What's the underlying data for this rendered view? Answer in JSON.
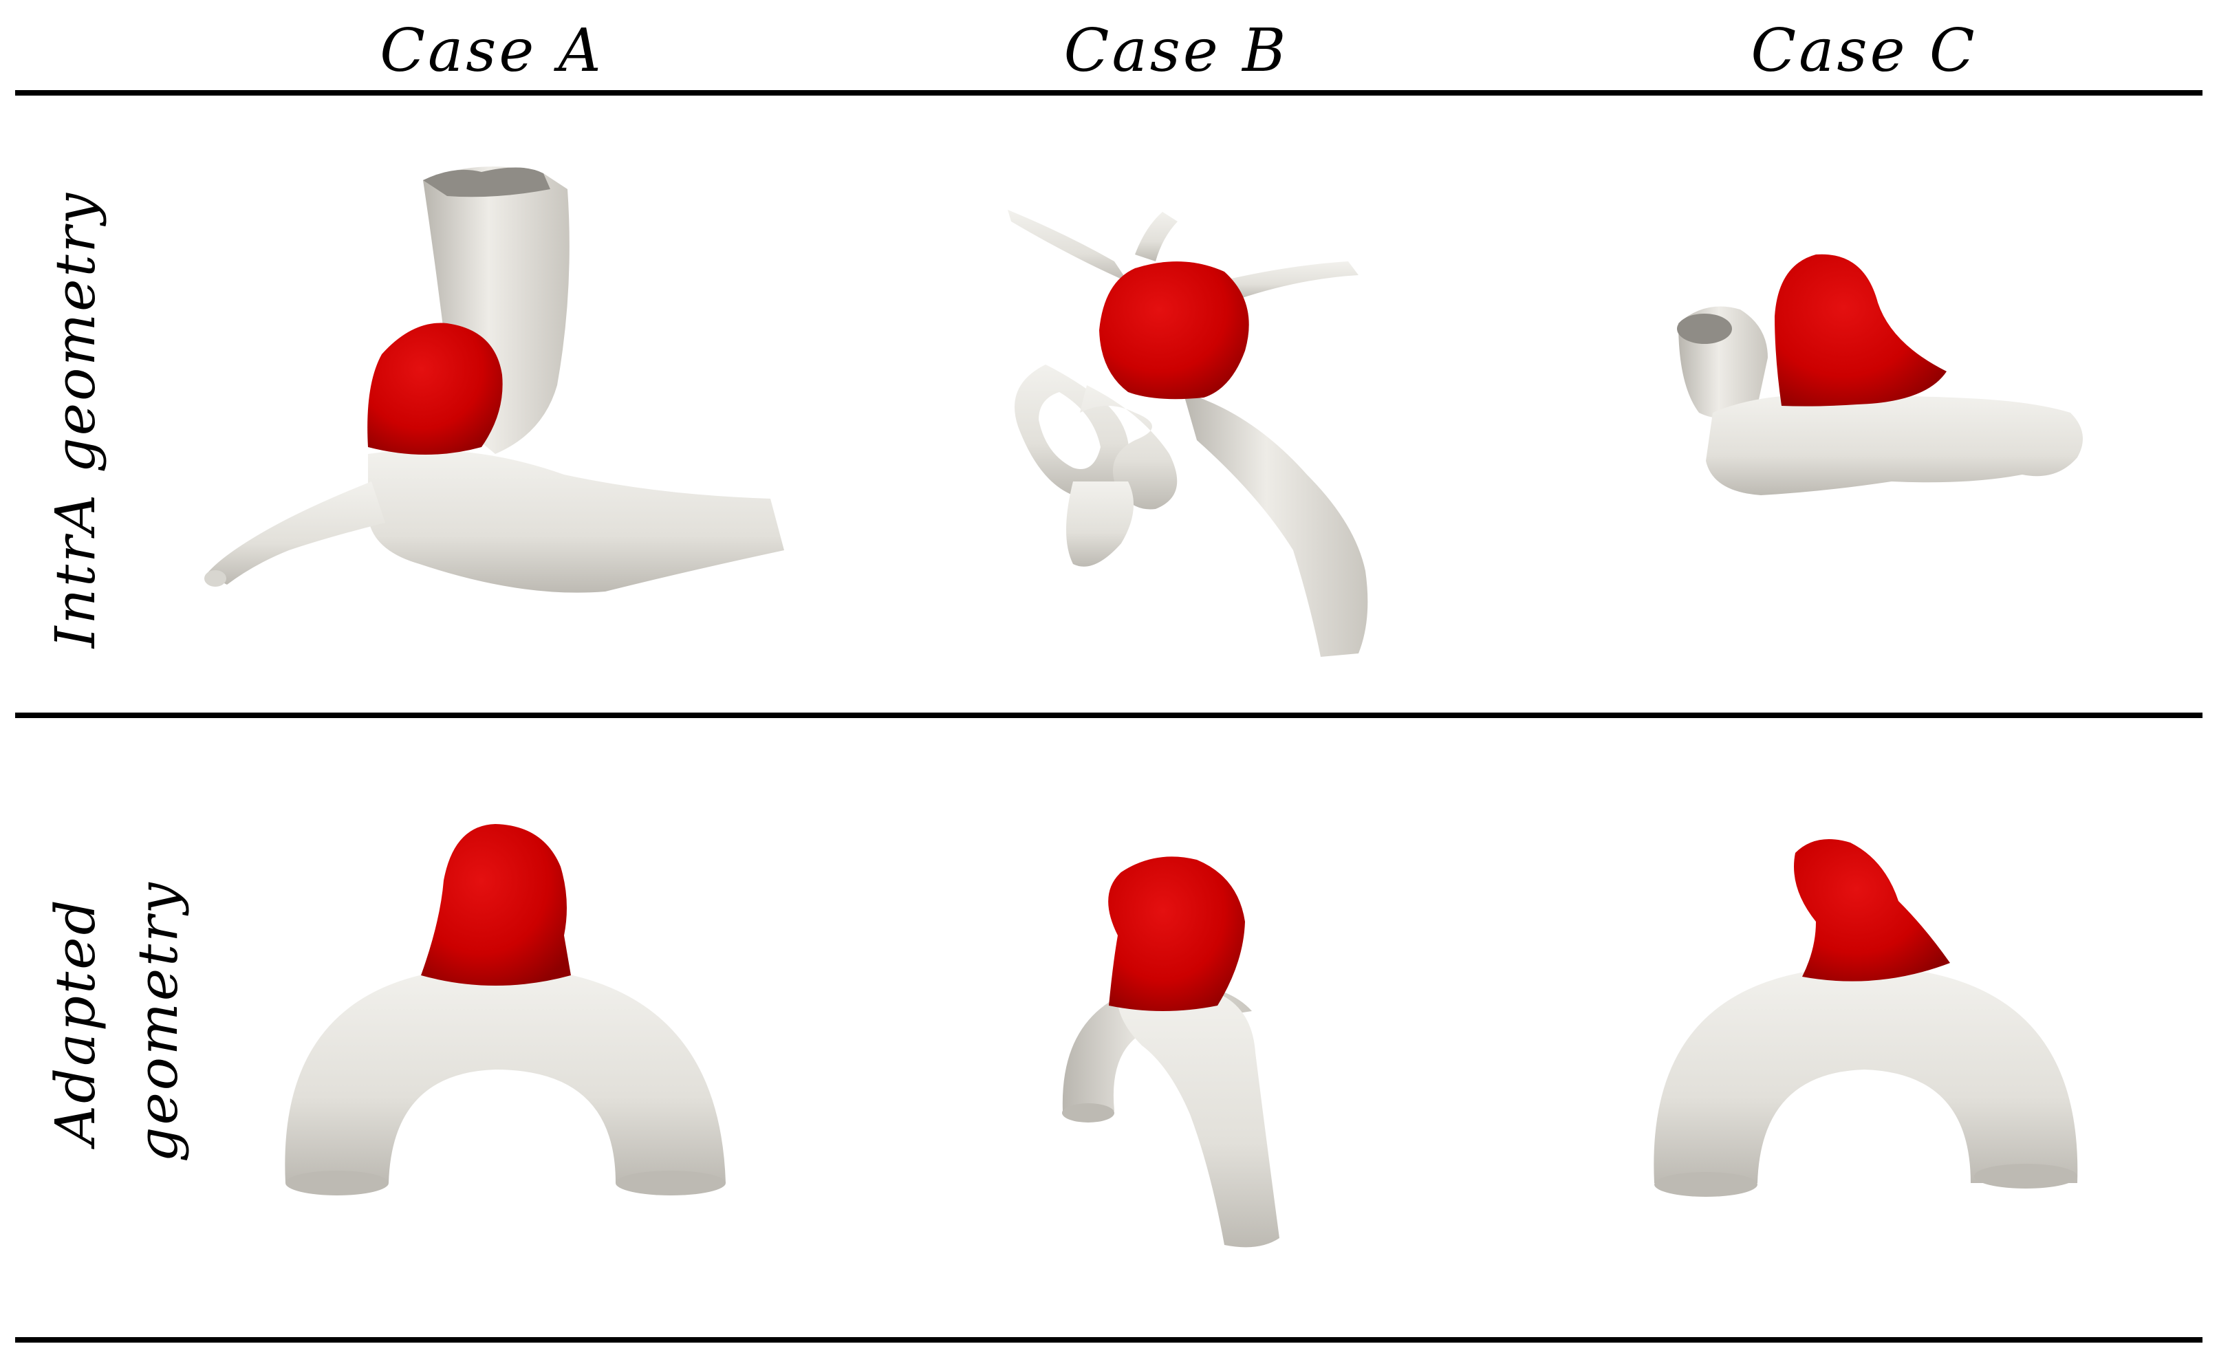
{
  "columns": [
    {
      "label": "Case A"
    },
    {
      "label": "Case B"
    },
    {
      "label": "Case C"
    }
  ],
  "rows": [
    {
      "label": "IntrA geometry"
    },
    {
      "label": "Adapted geometry"
    }
  ],
  "colors": {
    "aneurysm": "#cc0000",
    "vessel": "#e6e4df",
    "rule": "#000000"
  }
}
